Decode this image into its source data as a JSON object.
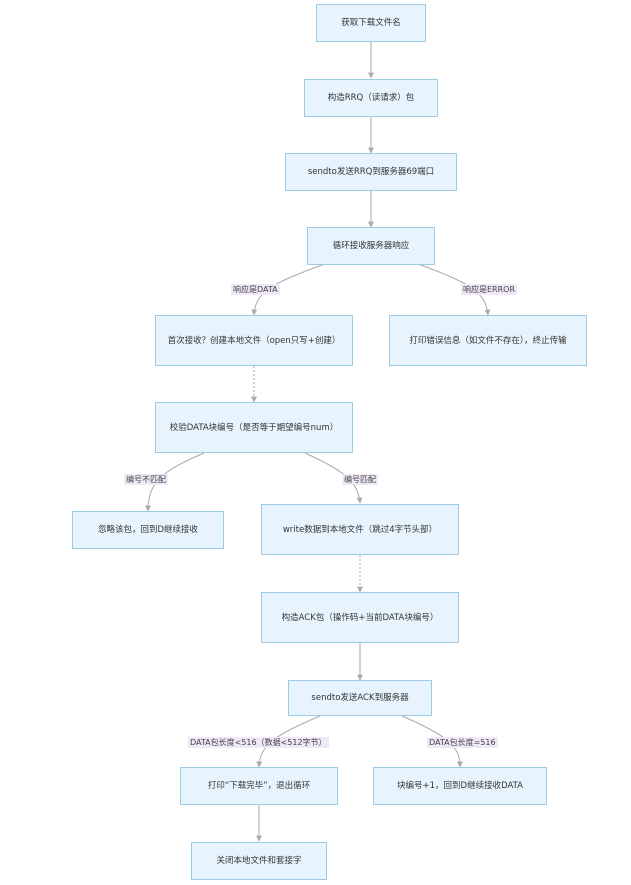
{
  "nodes": {
    "n1": "获取下载文件名",
    "n2": "构造RRQ（读请求）包",
    "n3": "sendto发送RRQ到服务器69端口",
    "n4": "循环接收服务器响应",
    "n5": "首次接收？创建本地文件（open只写+创建）",
    "n6": "打印错误信息（如文件不存在），终止传输",
    "n7": "校验DATA块编号（是否等于期望编号num）",
    "n8": "忽略该包，回到D继续接收",
    "n9": "write数据到本地文件（跳过4字节头部）",
    "n10": "构造ACK包（操作码+当前DATA块编号）",
    "n11": "sendto发送ACK到服务器",
    "n12": "打印“下载完毕”，退出循环",
    "n13": "块编号+1，回到D继续接收DATA",
    "n14": "关闭本地文件和套接字"
  },
  "edge_labels": {
    "l1": "响应是DATA",
    "l2": "响应是ERROR",
    "l3": "编号不匹配",
    "l4": "编号匹配",
    "l5": "DATA包长度<516（数据<512字节）",
    "l6": "DATA包长度=516"
  },
  "colors": {
    "node_fill": "#e7f4fd",
    "node_border": "#9ccbe6",
    "edge": "#aaaaaa",
    "label_bg": "#efe8f7"
  }
}
